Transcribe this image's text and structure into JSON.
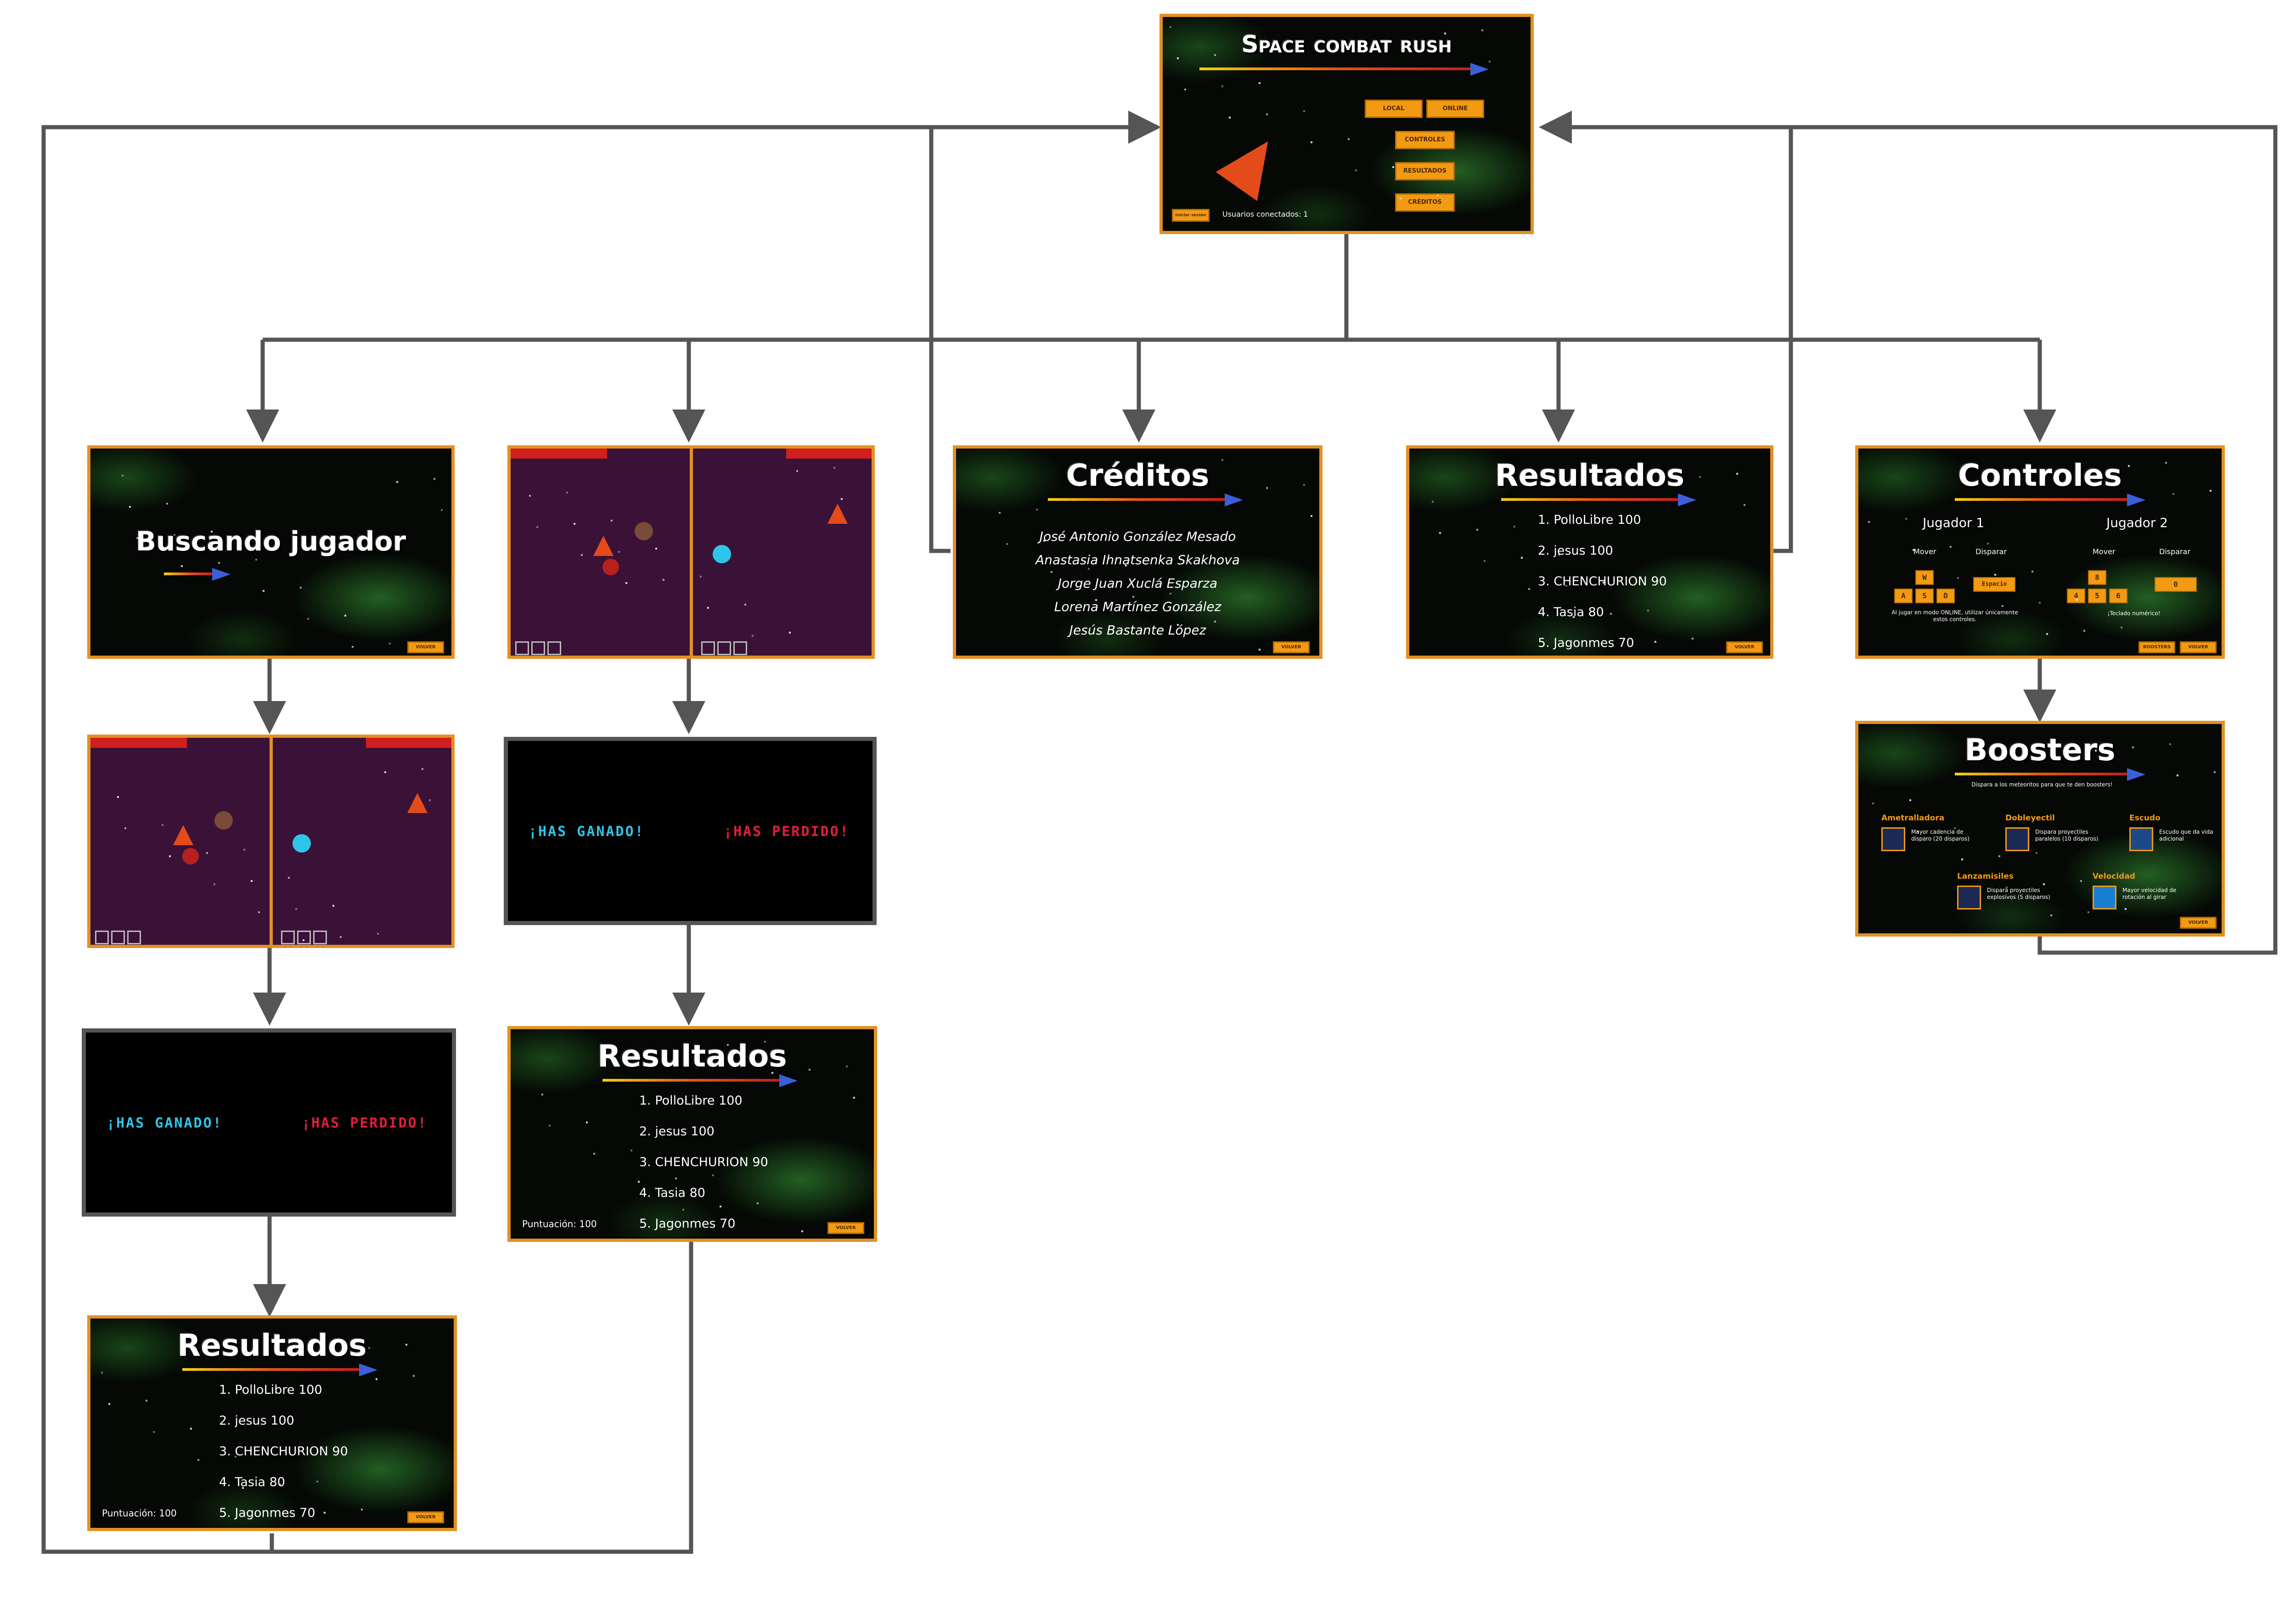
{
  "main_menu": {
    "title": "Space combat rush",
    "buttons": {
      "local": "LOCAL",
      "online": "ONLINE",
      "controles": "CONTROLES",
      "resultados": "RESULTADOS",
      "creditos": "CRÉDITOS"
    },
    "left_button": "Iniciar sesión",
    "users": "Usuarios conectados: 1"
  },
  "buscando": {
    "title": "Buscando jugador",
    "back": "VOLVER"
  },
  "creditos": {
    "title": "Créditos",
    "names": [
      "José Antonio González Mesado",
      "Anastasia Ihnatsenka Skakhova",
      "Jorge Juan Xuclá Esparza",
      "Lorena Martínez González",
      "Jesús Bastante López"
    ],
    "back": "VOLVER"
  },
  "resultados": {
    "title": "Resultados",
    "entries": [
      "1. PolloLibre 100",
      "2. jesus 100",
      "3. CHENCHURION 90",
      "4. Tasia 80",
      "5. Jagonmes 70"
    ],
    "back": "VOLVER",
    "score": "Puntuación: 100"
  },
  "controles": {
    "title": "Controles",
    "player1": "Jugador 1",
    "player2": "Jugador 2",
    "move": "Mover",
    "shoot": "Disparar",
    "keys_p1": [
      "W",
      "A",
      "S",
      "D"
    ],
    "space": "Espacio",
    "keys_p2": [
      "8",
      "4",
      "5",
      "6"
    ],
    "shoot_p2": "0",
    "note": "Al jugar en modo ONLINE, utilizar únicamente estos controles.",
    "numpad": "¡Teclado numérico!",
    "boosters_btn": "BOOSTERS",
    "back": "VOLVER"
  },
  "boosters": {
    "title": "Boosters",
    "subtitle": "Dispara a los meteoritos para que te den boosters!",
    "items": [
      {
        "name": "Ametralladora",
        "desc": "Mayor cadencia de disparo (20 disparos)"
      },
      {
        "name": "Dobleyectil",
        "desc": "Dispara proyectiles paralelos (10 disparos)"
      },
      {
        "name": "Escudo",
        "desc": "Escudo que da vida adicional"
      },
      {
        "name": "Lanzamisiles",
        "desc": "Dispara proyectiles explosivos (5 disparos)"
      },
      {
        "name": "Velocidad",
        "desc": "Mayor velocidad de rotación al girar"
      }
    ],
    "back": "VOLVER"
  },
  "endgame": {
    "win": "¡HAS GANADO!",
    "lose": "¡HAS PERDIDO!"
  },
  "colors": {
    "accent": "#e39024",
    "button": "#f39a14",
    "win": "#2ec6e8",
    "lose": "#e0203a",
    "connector": "#555555"
  }
}
